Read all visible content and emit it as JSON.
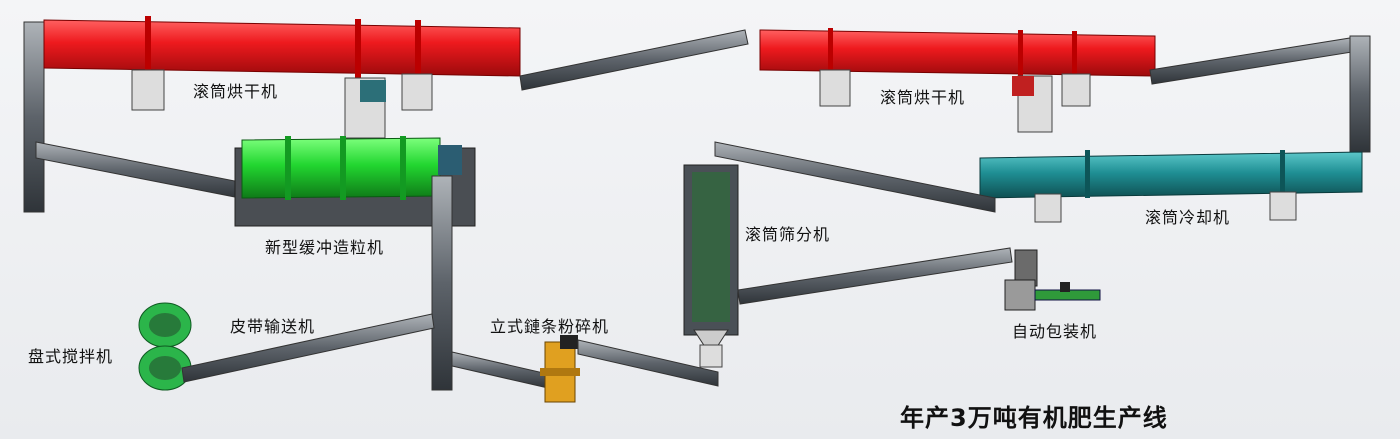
{
  "labels": {
    "dryer1": "滚筒烘干机",
    "dryer2": "滚筒烘干机",
    "granulator": "新型缓冲造粒机",
    "screen": "滚筒筛分机",
    "cooler": "滚筒冷却机",
    "belt_conveyor": "皮带输送机",
    "mixer": "盘式搅拌机",
    "crusher": "立式鏈条粉碎机",
    "packer": "自动包装机"
  },
  "title": "年产3万吨有机肥生产线",
  "colors": {
    "dryer": "#e8161b",
    "granulator": "#27d43a",
    "cooler": "#1f8f94",
    "mixer": "#2bb54a",
    "crusher": "#e0a020",
    "frame": "#5a5f66"
  }
}
